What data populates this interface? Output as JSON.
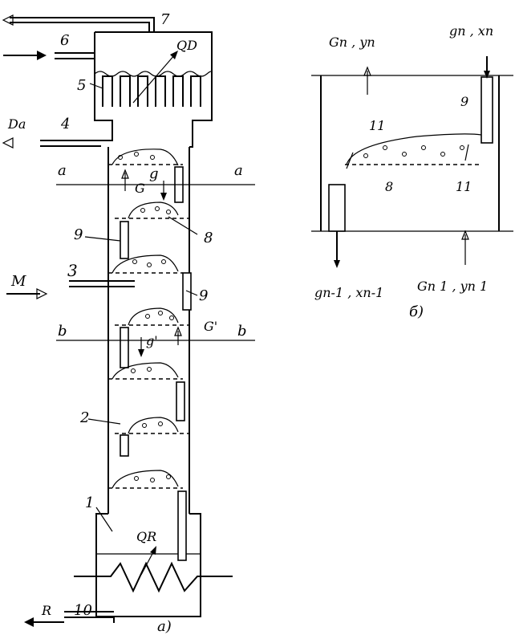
{
  "diagram": {
    "column_labels": {
      "n1": "1",
      "n2": "2",
      "n3": "3",
      "n4": "4",
      "n5": "5",
      "n6": "6",
      "n7": "7",
      "n8": "8",
      "n9": "9",
      "n10": "10",
      "n11": "11",
      "M": "M",
      "Da": "Da",
      "R": "R",
      "QD": "QD",
      "QR": "QR",
      "G": "G",
      "g": "g",
      "Gp": "G'",
      "gp": "g'",
      "a": "a",
      "b": "b",
      "caption": "a)"
    },
    "tray_labels": {
      "top_left": "Gn , yn",
      "top_right": "gn , xn",
      "bottom_left": "gn-1 , xn-1",
      "bottom_right": "Gn 1 , yn 1",
      "caption": "б)"
    }
  }
}
